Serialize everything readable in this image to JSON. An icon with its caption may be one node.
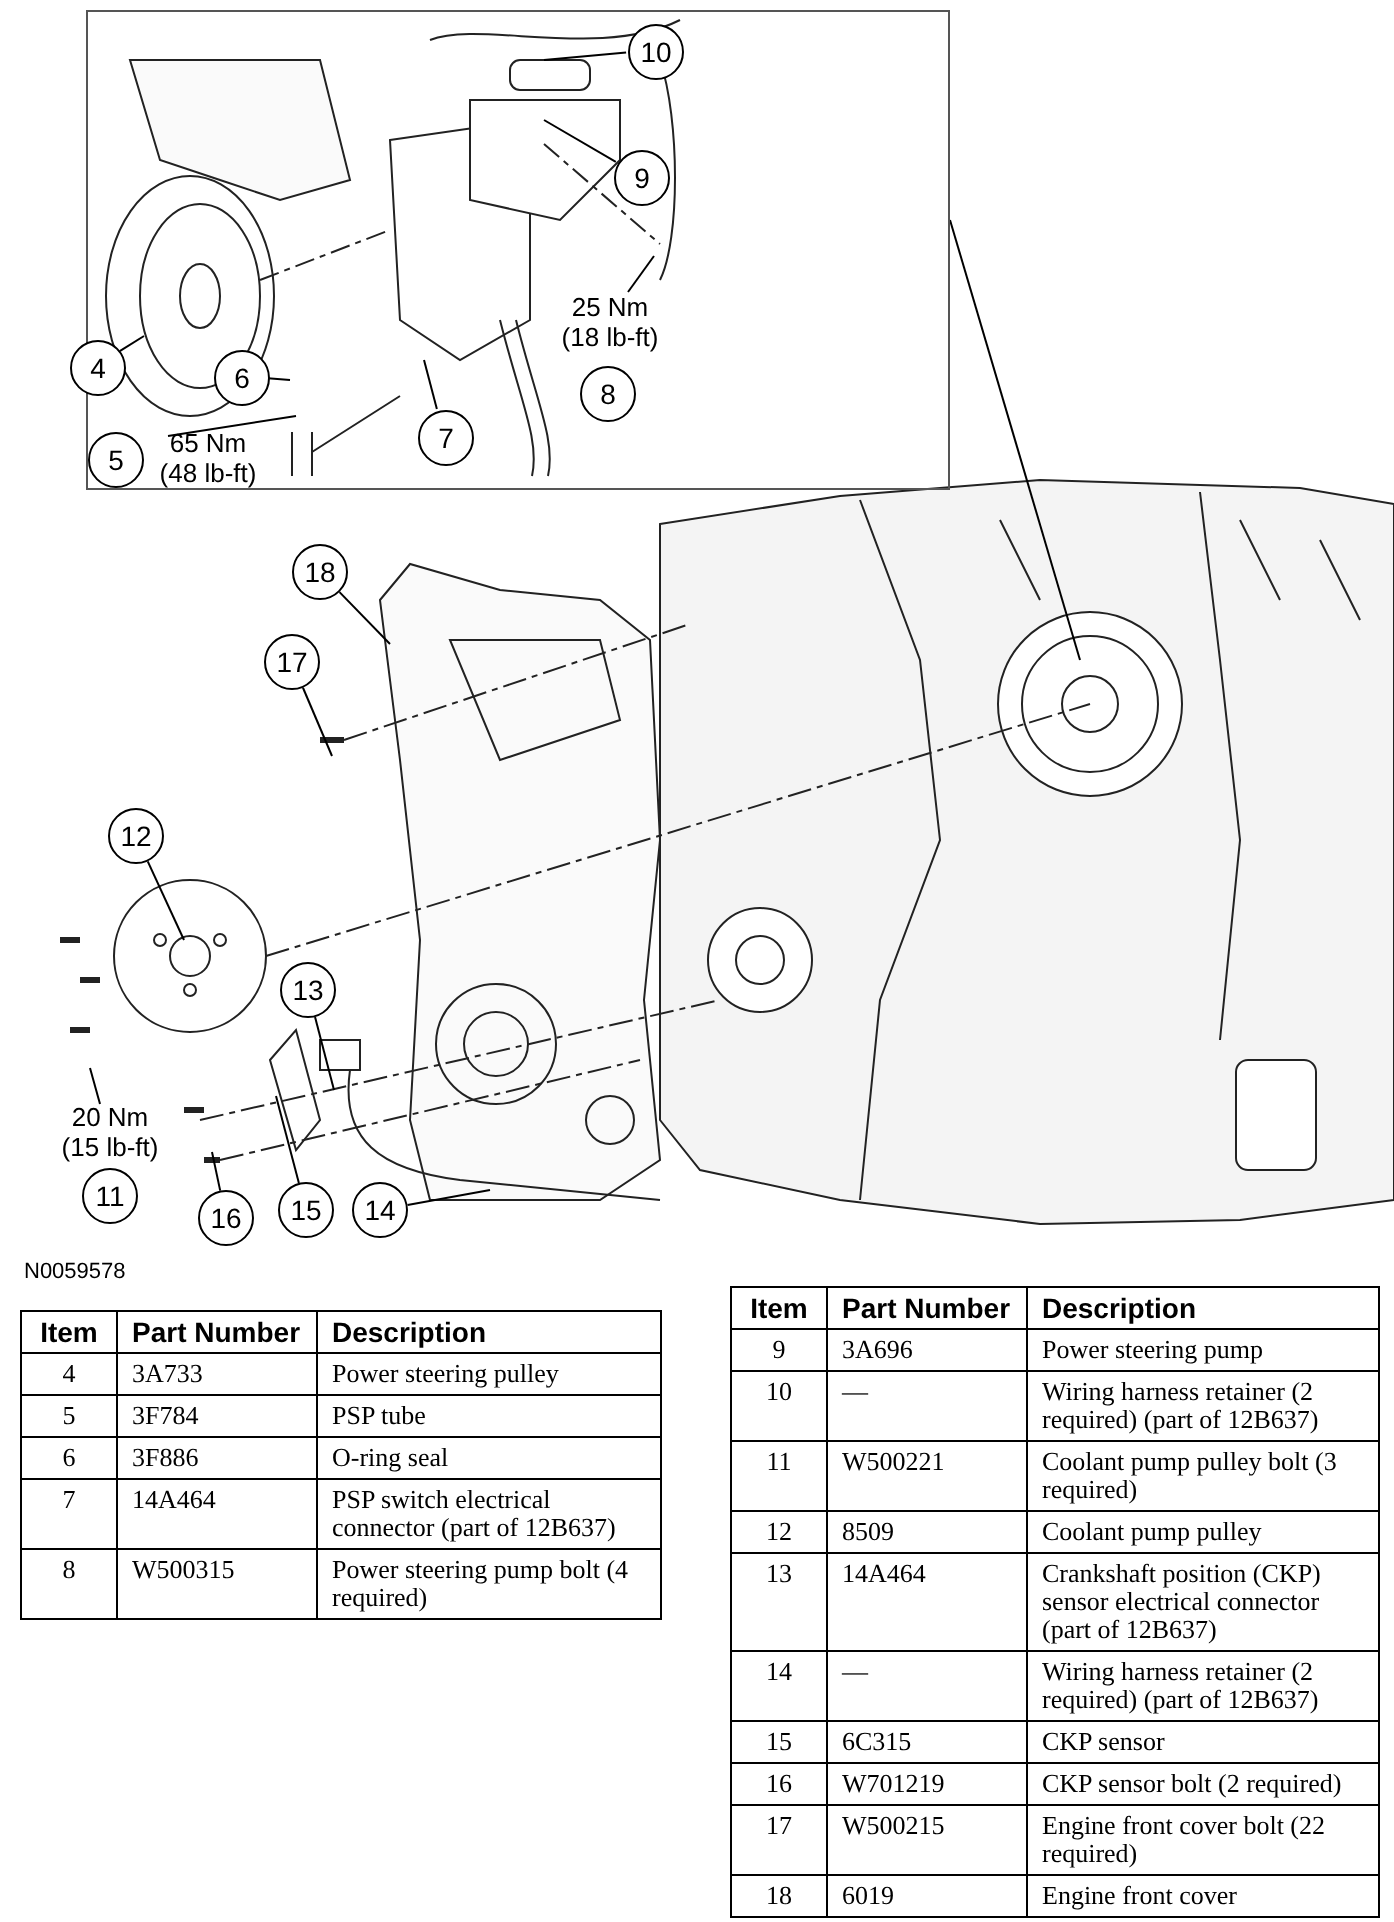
{
  "diagram": {
    "nodes": [
      {
        "text": [],
        "shape": "box"
      },
      {
        "text": [
          "10"
        ],
        "in": 0
      },
      {
        "text": [
          "9"
        ],
        "in": 0
      },
      {
        "text": [
          "4"
        ],
        "in": 0
      },
      {
        "text": [
          "6"
        ],
        "in": 0
      },
      {
        "text": [
          "8"
        ],
        "in": 0,
        "beside": [
          "25 Nm (18 lb-ft)"
        ]
      },
      {
        "text": [
          "7"
        ],
        "in": 0
      },
      {
        "text": [
          "5"
        ],
        "in": 0,
        "beside": [
          "65 Nm (48 lb-ft)"
        ]
      },
      {
        "text": [
          "18"
        ]
      },
      {
        "text": [
          "17"
        ]
      },
      {
        "text": [
          "12"
        ]
      },
      {
        "text": [
          "13"
        ]
      },
      {
        "text": [
          "11"
        ],
        "beside": [
          "20 Nm (15 lb-ft)"
        ]
      },
      {
        "text": [
          "16"
        ]
      },
      {
        "text": [
          "15"
        ]
      },
      {
        "text": [
          "14"
        ]
      }
    ],
    "edges": [
      {
        "from": 1,
        "to": null,
        "arrow": "none"
      },
      {
        "from": 2,
        "to": null,
        "arrow": "none"
      },
      {
        "from": 3,
        "to": null,
        "arrow": "none"
      },
      {
        "from": 4,
        "to": null,
        "arrow": "none"
      },
      {
        "from": 5,
        "to": null,
        "arrow": "none"
      },
      {
        "from": 6,
        "to": null,
        "arrow": "none"
      },
      {
        "from": 7,
        "to": null,
        "arrow": "none"
      },
      {
        "from": 8,
        "to": null,
        "arrow": "none"
      },
      {
        "from": 9,
        "to": null,
        "arrow": "none"
      },
      {
        "from": 10,
        "to": null,
        "arrow": "none"
      },
      {
        "from": 11,
        "to": null,
        "arrow": "none"
      },
      {
        "from": 12,
        "to": null,
        "arrow": "none"
      },
      {
        "from": 13,
        "to": null,
        "arrow": "none"
      },
      {
        "from": 14,
        "to": null,
        "arrow": "none"
      },
      {
        "from": 15,
        "to": null,
        "arrow": "none"
      },
      {
        "from": 0,
        "to": null,
        "arrow": "none"
      }
    ],
    "labels": [
      "N0059578",
      "Item",
      "Part Number",
      "Description",
      "4",
      "3A733",
      "Power steering pulley",
      "5",
      "3F784",
      "PSP tube",
      "6",
      "3F886",
      "O-ring seal",
      "7",
      "14A464",
      "PSP switch electrical connector (part of 12B637)",
      "8",
      "W500315",
      "Power steering pump bolt (4 required)",
      "Item",
      "Part Number",
      "Description",
      "9",
      "3A696",
      "Power steering pump",
      "10",
      "—",
      "Wiring harness retainer (2 required) (part of 12B637)",
      "11",
      "W500221",
      "Coolant pump pulley bolt (3 required)",
      "12",
      "8509",
      "Coolant pump pulley",
      "13",
      "14A464",
      "Crankshaft position (CKP) sensor electrical connector (part of 12B637)",
      "14",
      "—",
      "Wiring harness retainer (2 required) (part of 12B637)",
      "15",
      "6C315",
      "CKP sensor",
      "16",
      "W701219",
      "CKP sensor bolt (2 required)",
      "17",
      "W500215",
      "Engine front cover bolt (22 required)",
      "18",
      "6019",
      "Engine front cover"
    ]
  }
}
